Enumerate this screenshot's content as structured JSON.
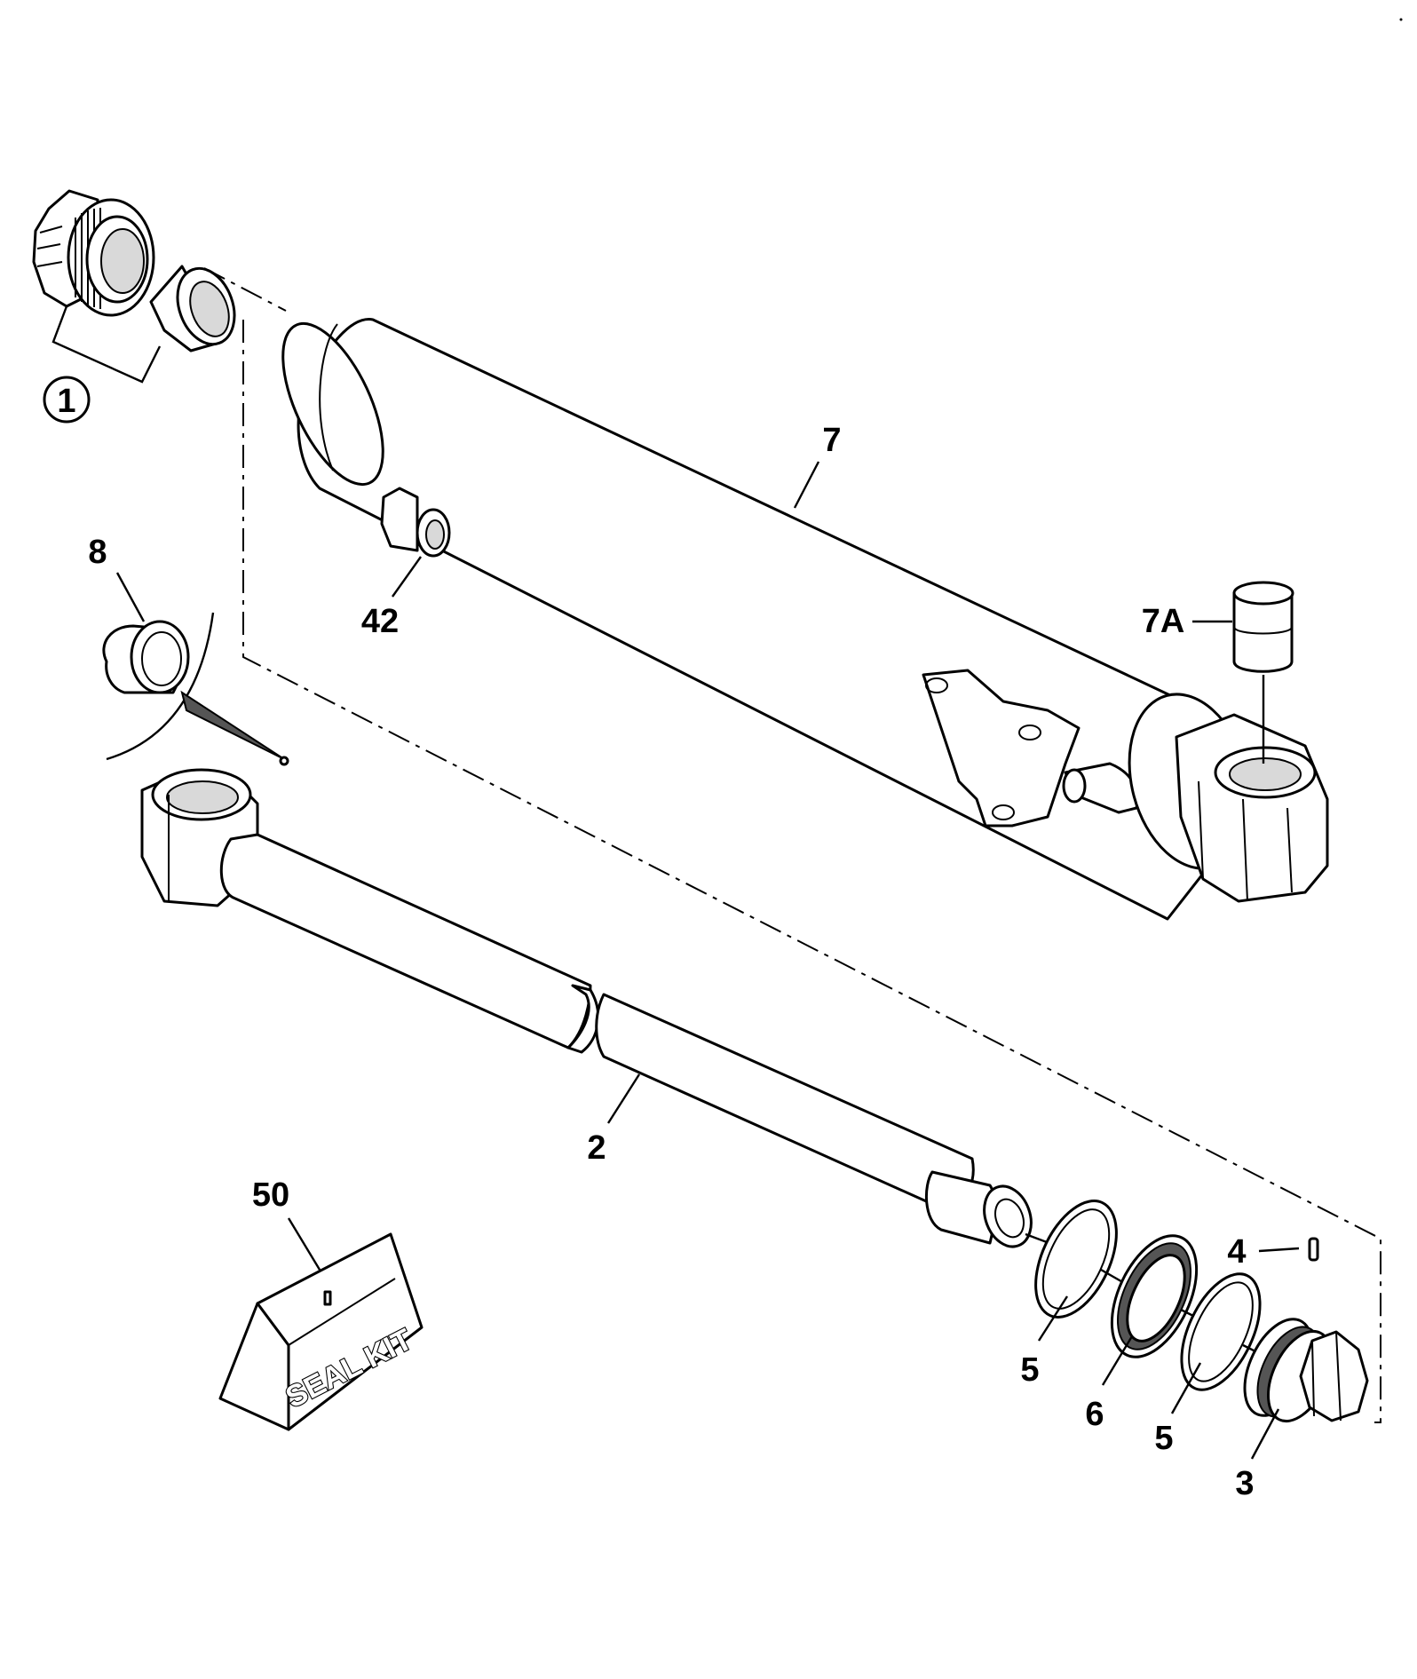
{
  "diagram": {
    "callouts": {
      "c1": "1",
      "c2": "2",
      "c3": "3",
      "c4": "4",
      "c5a": "5",
      "c5b": "5",
      "c6": "6",
      "c7": "7",
      "c7a": "7A",
      "c8": "8",
      "c42": "42",
      "c50": "50"
    },
    "seal_kit_label": "SEAL KIT"
  }
}
